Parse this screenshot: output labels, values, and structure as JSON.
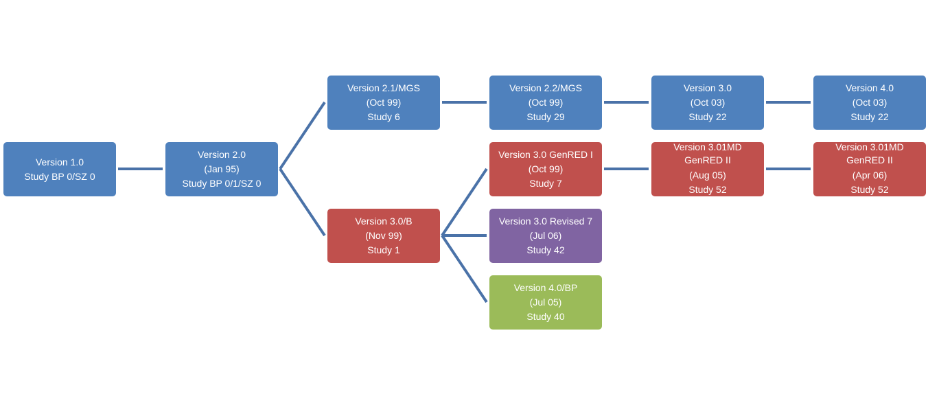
{
  "colors": {
    "blue": "#4f81bd",
    "red": "#c0504d",
    "purple": "#8064a2",
    "green": "#9bbb59",
    "connector": "#4a72a8"
  },
  "nodes": {
    "v1_0": {
      "line1": "Version 1.0",
      "line2": "Study BP 0/SZ 0"
    },
    "v2_0": {
      "line1": "Version 2.0",
      "line2": "(Jan 95)",
      "line3": "Study BP 0/1/SZ 0"
    },
    "v2_1_mgs": {
      "line1": "Version 2.1/MGS",
      "line2": "(Oct 99)",
      "line3": "Study 6"
    },
    "v2_2_mgs": {
      "line1": "Version 2.2/MGS",
      "line2": "(Oct 99)",
      "line3": "Study 29"
    },
    "v3_0": {
      "line1": "Version 3.0",
      "line2": "(Oct 03)",
      "line3": "Study 22"
    },
    "v4_0": {
      "line1": "Version 4.0",
      "line2": "(Oct 03)",
      "line3": "Study 22"
    },
    "v3_0_b": {
      "line1": "Version 3.0/B",
      "line2": "(Nov 99)",
      "line3": "Study 1"
    },
    "v3_0_genred_i": {
      "line1": "Version 3.0 GenRED I",
      "line2": "(Oct 99)",
      "line3": "Study 7"
    },
    "v3_01md_aug": {
      "line1": "Version 3.01MD",
      "line1b": "GenRED II",
      "line2": "(Aug 05)",
      "line3": "Study 52"
    },
    "v3_01md_apr": {
      "line1": "Version 3.01MD",
      "line1b": "GenRED II",
      "line2": "(Apr 06)",
      "line3": "Study 52"
    },
    "v3_0_revised7": {
      "line1": "Version 3.0 Revised 7",
      "line2": "(Jul 06)",
      "line3": "Study 42"
    },
    "v4_0_bp": {
      "line1": "Version 4.0/BP",
      "line2": "(Jul 05)",
      "line3": "Study 40"
    }
  }
}
